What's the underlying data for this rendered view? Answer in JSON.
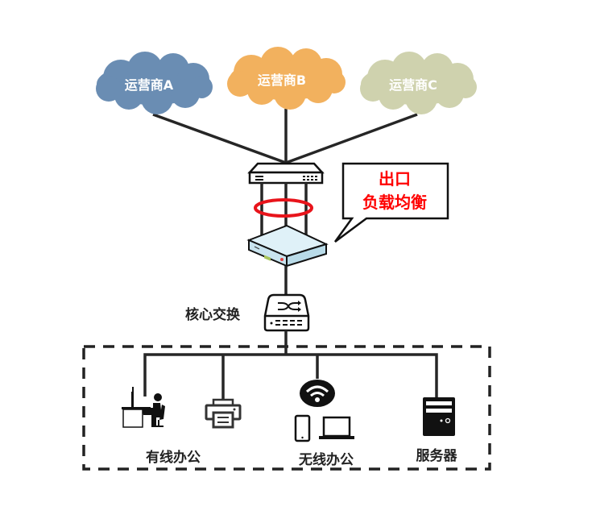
{
  "diagram": {
    "title": "出口负载均衡网络拓扑",
    "colors": {
      "line": "#262626",
      "isp_a": "#6a8db3",
      "isp_b": "#f2b15e",
      "isp_c": "#cfd2ae",
      "callout_text": "#ff0000",
      "ring": "#e8141b",
      "lb_device": "#d7edf5"
    },
    "isps": [
      {
        "id": "isp-a",
        "label": "运营商A"
      },
      {
        "id": "isp-b",
        "label": "运营商B"
      },
      {
        "id": "isp-c",
        "label": "运营商C"
      }
    ],
    "callout": {
      "line1": "出口",
      "line2": "负载均衡"
    },
    "core_switch": {
      "label": "核心交换"
    },
    "groups": {
      "wired": "有线办公",
      "wireless": "无线办公",
      "server": "服务器"
    },
    "icons": {
      "router": "router-icon",
      "load_balancer": "load-balancer-icon",
      "switch": "switch-icon",
      "workstation": "workstation-icon",
      "printer": "printer-icon",
      "wifi": "wifi-icon",
      "phone": "phone-icon",
      "laptop": "laptop-icon",
      "server": "server-icon"
    }
  }
}
